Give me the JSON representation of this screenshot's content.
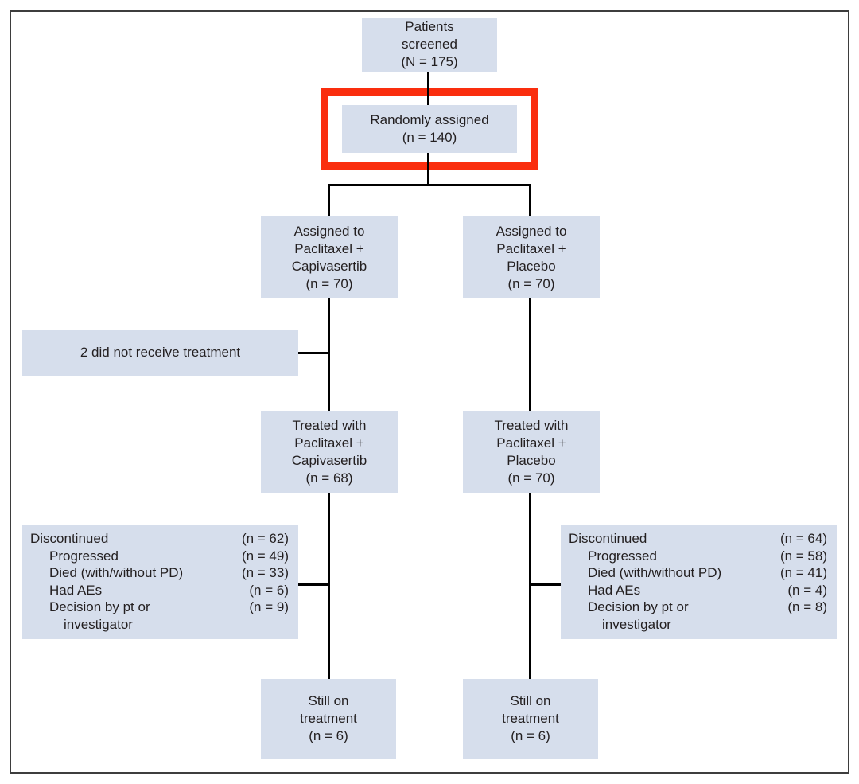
{
  "figure": {
    "type": "consort-flow-diagram",
    "boxes": {
      "screened": {
        "lines": [
          "Patients",
          "screened",
          "(N = 175)"
        ]
      },
      "randomized": {
        "lines": [
          "Randomly assigned",
          "(n = 140)"
        ],
        "highlighted": true
      },
      "assigned_capivasertib": {
        "lines": [
          "Assigned to",
          "Paclitaxel +",
          "Capivasertib",
          "(n = 70)"
        ]
      },
      "assigned_placebo": {
        "lines": [
          "Assigned to",
          "Paclitaxel +",
          "Placebo",
          "(n = 70)"
        ]
      },
      "not_treated": {
        "text": "2 did not receive treatment"
      },
      "treated_capivasertib": {
        "lines": [
          "Treated with",
          "Paclitaxel +",
          "Capivasertib",
          "(n = 68)"
        ]
      },
      "treated_placebo": {
        "lines": [
          "Treated with",
          "Paclitaxel +",
          "Placebo",
          "(n = 70)"
        ]
      },
      "discontinued_capivasertib": {
        "rows": [
          {
            "label": "Discontinued",
            "value": "(n = 62)"
          },
          {
            "label": "Progressed",
            "value": "(n = 49)"
          },
          {
            "label": "Died (with/without PD)",
            "value": "(n = 33)"
          },
          {
            "label": "Had AEs",
            "value": "(n = 6)"
          },
          {
            "label": "Decision by pt or",
            "value": "(n = 9)"
          },
          {
            "label": "investigator",
            "value": ""
          }
        ]
      },
      "discontinued_placebo": {
        "rows": [
          {
            "label": "Discontinued",
            "value": "(n = 64)"
          },
          {
            "label": "Progressed",
            "value": "(n = 58)"
          },
          {
            "label": "Died (with/without PD)",
            "value": "(n = 41)"
          },
          {
            "label": "Had AEs",
            "value": "(n = 4)"
          },
          {
            "label": "Decision by pt or",
            "value": "(n = 8)"
          },
          {
            "label": "investigator",
            "value": ""
          }
        ]
      },
      "still_on_treatment_capivasertib": {
        "lines": [
          "Still on",
          "treatment",
          "(n = 6)"
        ]
      },
      "still_on_treatment_placebo": {
        "lines": [
          "Still on",
          "treatment",
          "(n = 6)"
        ]
      }
    },
    "colors": {
      "box_fill": "#d6deec",
      "text": "#231f20",
      "connector": "#000000",
      "highlight_border": "#fa2e0e",
      "frame_border": "#3d3d3d"
    }
  }
}
